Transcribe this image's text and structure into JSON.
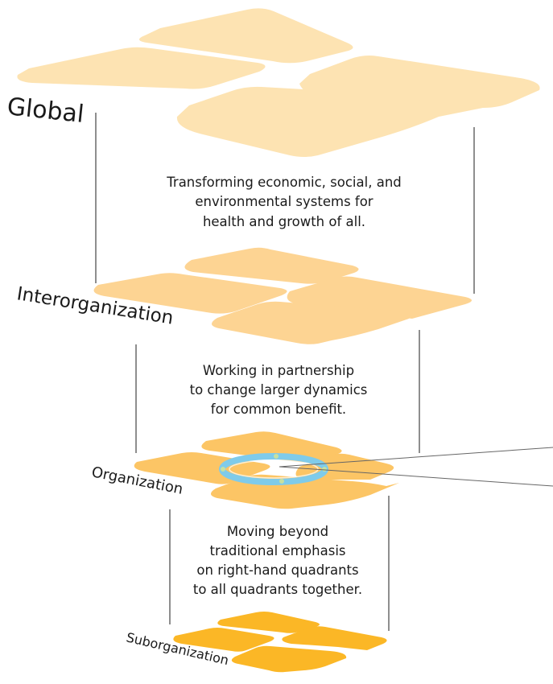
{
  "colors": {
    "global": "#FDE3B2",
    "interorganization": "#FDD493",
    "organization": "#FCC565",
    "suborganization": "#FBB726",
    "ring": "#7FCBEA",
    "ring_dot": "#C6E1A1",
    "callout_line": "#666666"
  },
  "levels": [
    {
      "id": "global",
      "label": "Global"
    },
    {
      "id": "interorganization",
      "label": "Interorganization"
    },
    {
      "id": "organization",
      "label": "Organization"
    },
    {
      "id": "suborganization",
      "label": "Suborganization"
    }
  ],
  "descriptions": [
    {
      "lines": [
        "Transforming economic, social, and",
        "environmental systems for",
        "health and growth of all."
      ]
    },
    {
      "lines": [
        "Working in partnership",
        "to change larger dynamics",
        "for common benefit."
      ]
    },
    {
      "lines": [
        "Moving beyond",
        "traditional emphasis",
        "on right-hand quadrants",
        "to all quadrants together."
      ]
    }
  ]
}
